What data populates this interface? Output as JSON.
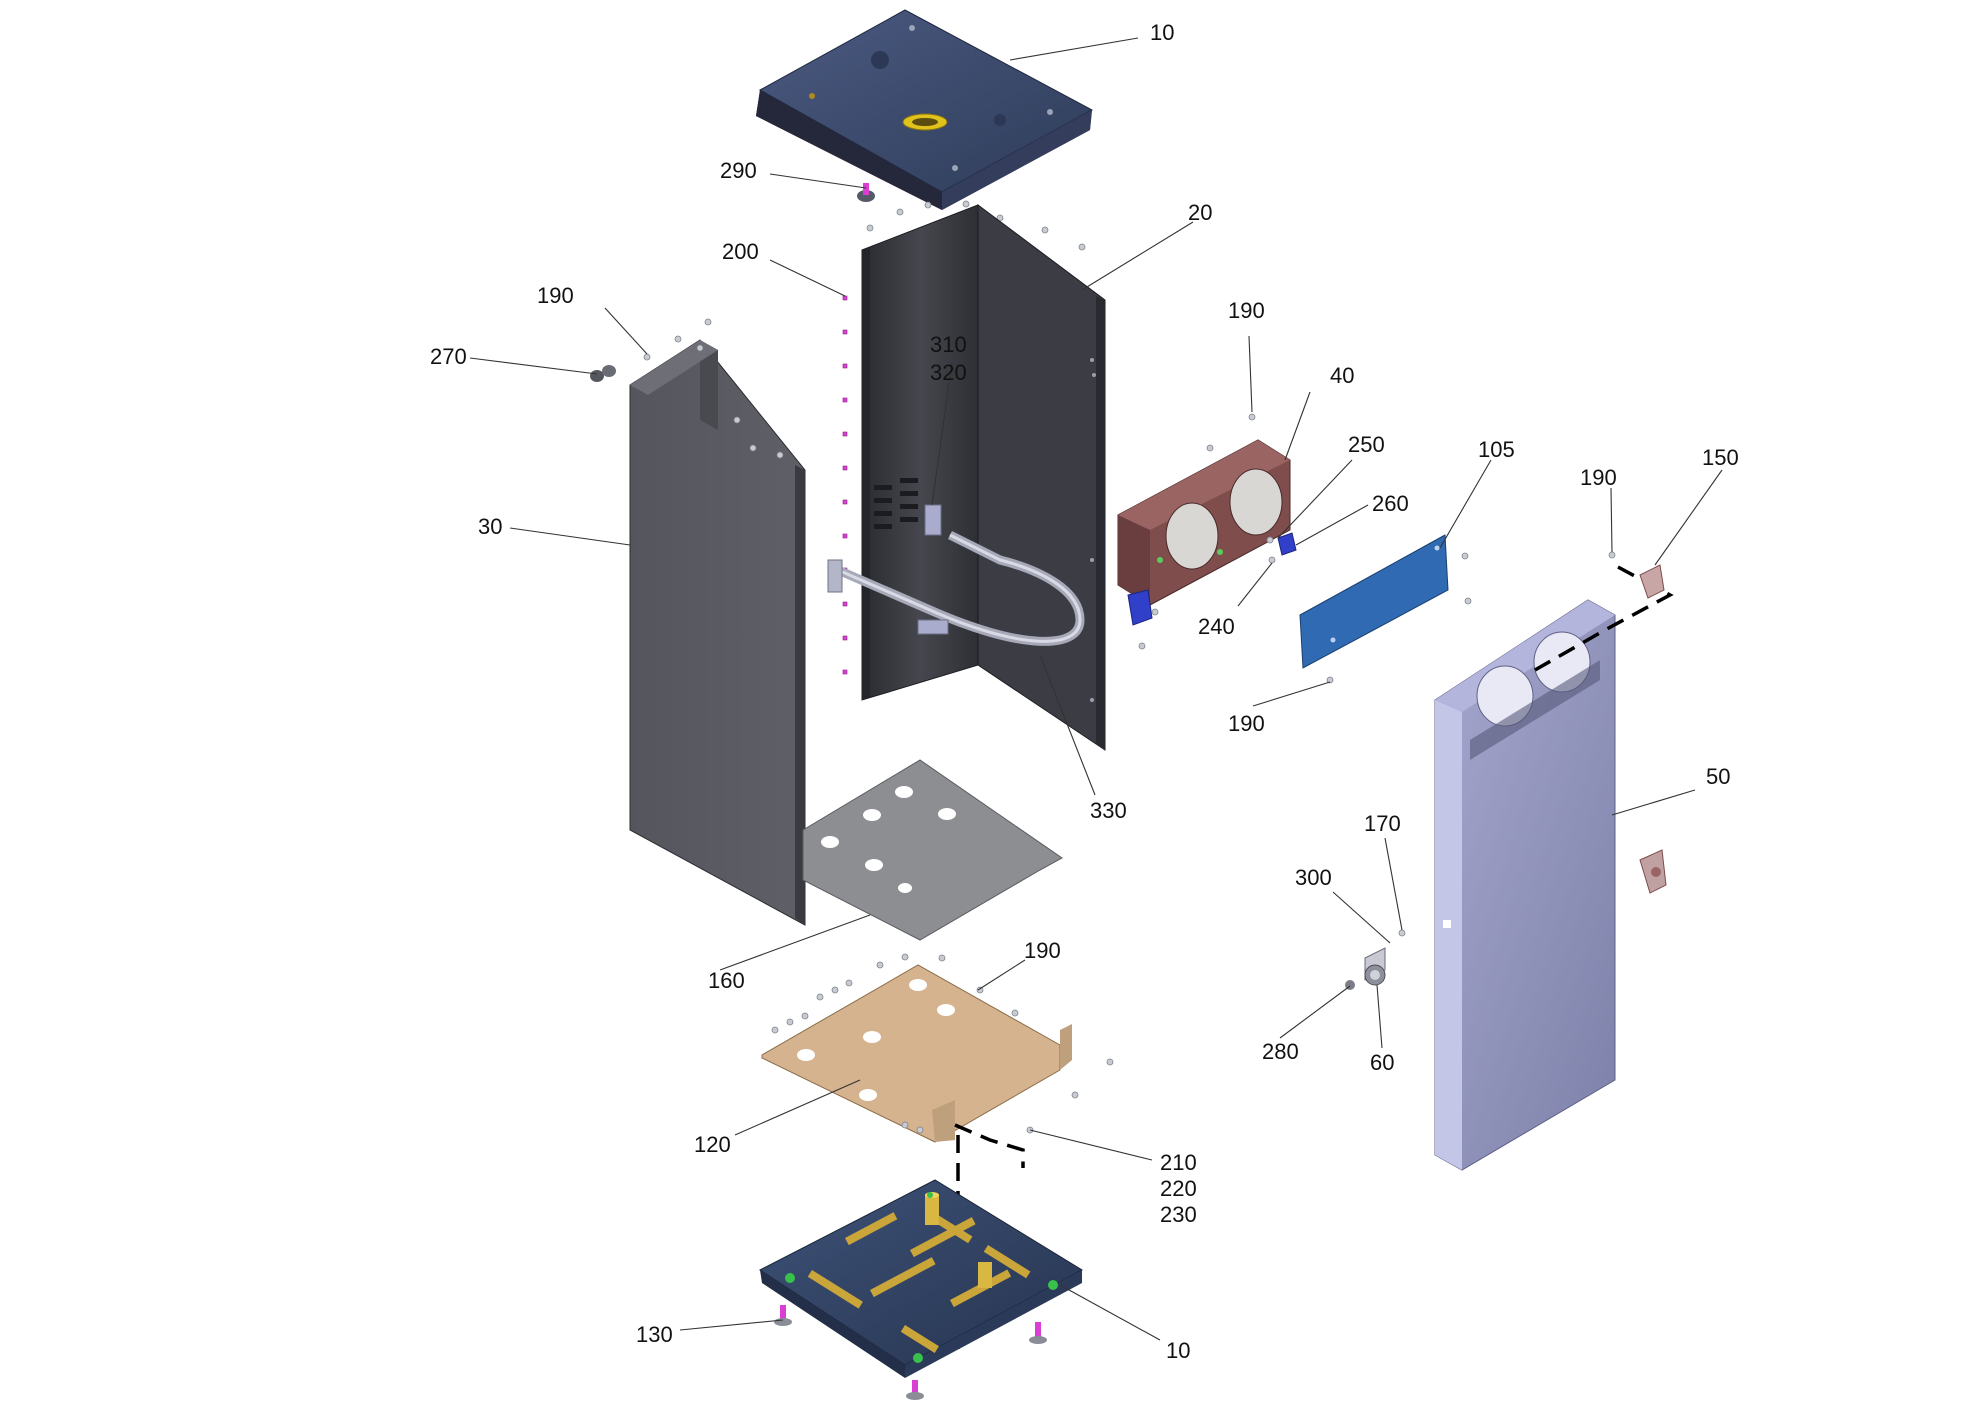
{
  "callouts": {
    "c10_top": "10",
    "c290": "290",
    "c20": "20",
    "c200": "200",
    "c190_a": "190",
    "c270": "270",
    "c310": "310",
    "c320": "320",
    "c30": "30",
    "c190_b": "190",
    "c40": "40",
    "c250": "250",
    "c260": "260",
    "c240": "240",
    "c105": "105",
    "c190_c": "190",
    "c190_d": "190",
    "c150": "150",
    "c330": "330",
    "c50": "50",
    "c160": "160",
    "c170": "170",
    "c300": "300",
    "c190_e": "190",
    "c280": "280",
    "c60": "60",
    "c120": "120",
    "c210": "210",
    "c220": "220",
    "c230": "230",
    "c130": "130",
    "c10_bottom": "10"
  },
  "colors": {
    "top_cover": "#3b4a6b",
    "base_tray": "#33476a",
    "rear_panel": "#3a3b41",
    "side_panel": "#5a5b62",
    "bottom_plate": "#8a8c90",
    "base_plate": "#d6b48f",
    "front_cover": "#8b8db4",
    "control_panel": "#2f6ab3",
    "fan_housing": "#7e4d4c",
    "bracket": "#3140c8"
  }
}
